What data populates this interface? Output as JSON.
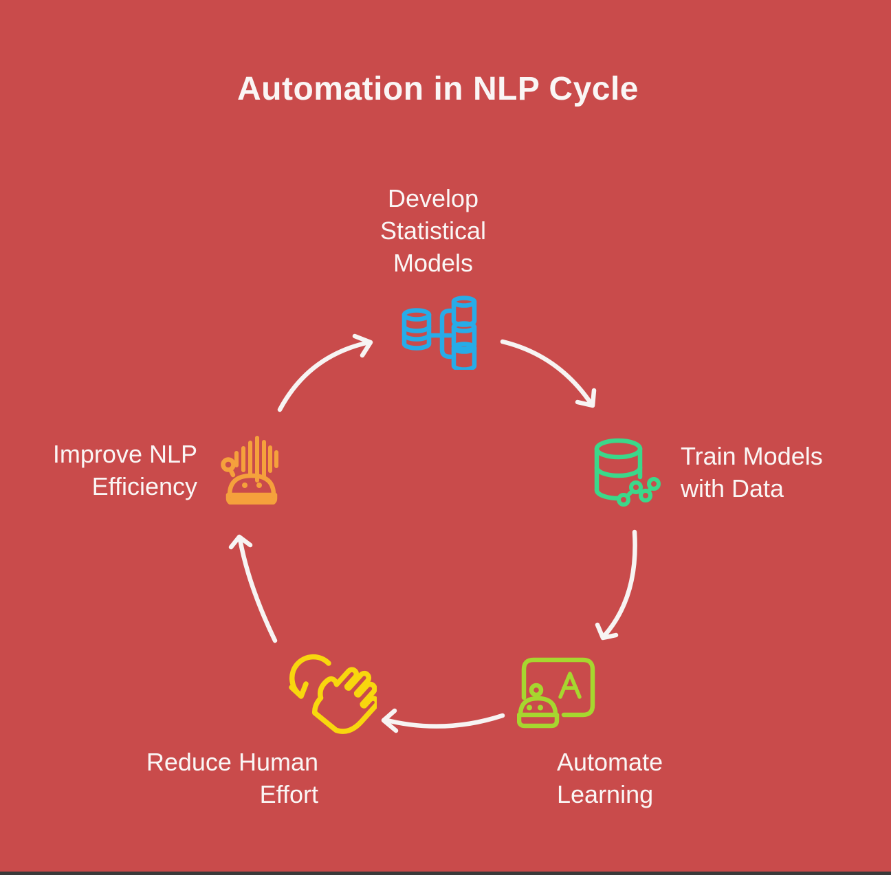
{
  "title": "Automation in NLP Cycle",
  "colors": {
    "background": "#C94B4B",
    "title_text": "#FAF6F5",
    "label_text": "#FAF6F5",
    "arrow": "#F7F4F3",
    "develop": "#27ACE8",
    "train": "#3BD88A",
    "automate": "#A6D72F",
    "reduce": "#F8D70E",
    "improve": "#F5A13C",
    "footer_bar": "#3A3A3A"
  },
  "nodes": {
    "develop": {
      "lines": [
        "Develop",
        "Statistical",
        "Models"
      ],
      "icon": "database-distribution-icon",
      "position": "top",
      "color": "#27ACE8"
    },
    "train": {
      "lines": [
        "Train Models",
        "with Data"
      ],
      "icon": "database-network-icon",
      "position": "right",
      "color": "#3BD88A"
    },
    "automate": {
      "lines": [
        "Automate",
        "Learning"
      ],
      "icon": "robot-learning-board-icon",
      "position": "bottom-right",
      "color": "#A6D72F"
    },
    "reduce": {
      "lines": [
        "Reduce Human",
        "Effort"
      ],
      "icon": "waving-hand-rotate-icon",
      "position": "bottom-left",
      "color": "#F8D70E"
    },
    "improve": {
      "lines": [
        "Improve NLP",
        "Efficiency"
      ],
      "icon": "robot-voice-waves-icon",
      "position": "left",
      "color": "#F5A13C"
    }
  },
  "flow": [
    {
      "from": "improve",
      "to": "develop"
    },
    {
      "from": "develop",
      "to": "train"
    },
    {
      "from": "train",
      "to": "automate"
    },
    {
      "from": "automate",
      "to": "reduce"
    },
    {
      "from": "reduce",
      "to": "improve"
    }
  ]
}
